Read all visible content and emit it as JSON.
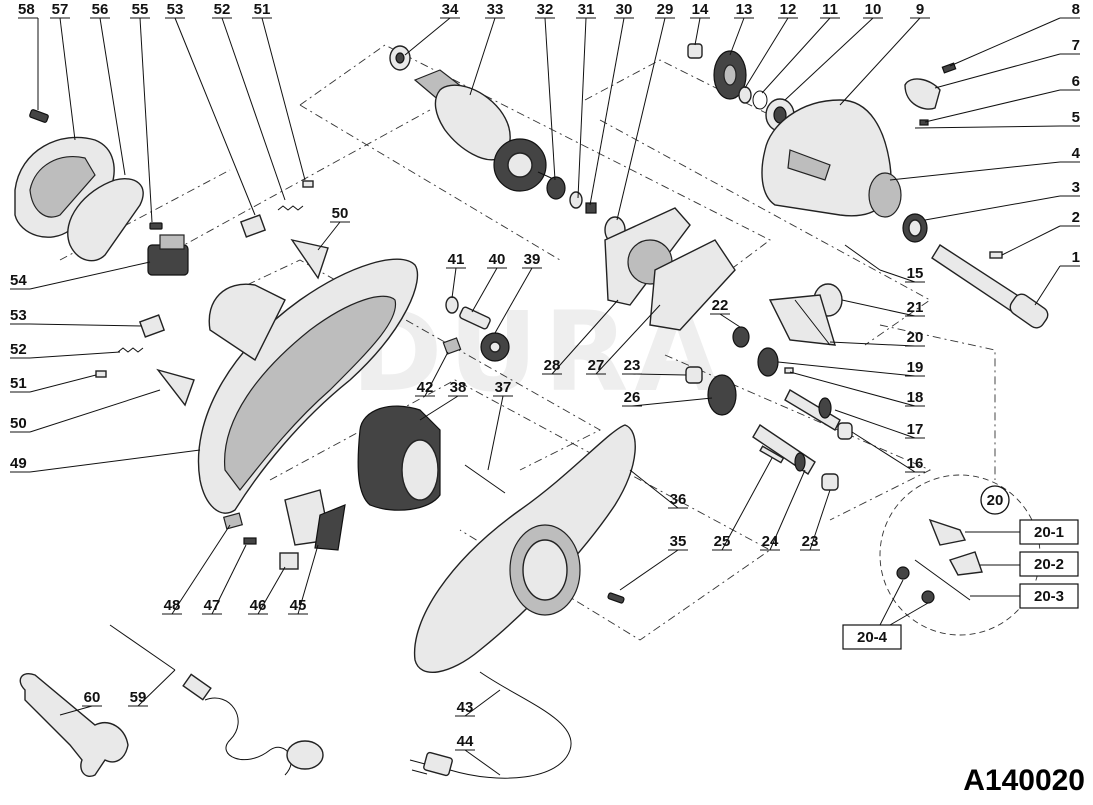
{
  "drawing_code": "A140020",
  "watermark": "EDURA",
  "callouts": [
    {
      "id": "58",
      "text": "58"
    },
    {
      "id": "57",
      "text": "57"
    },
    {
      "id": "56",
      "text": "56"
    },
    {
      "id": "55",
      "text": "55"
    },
    {
      "id": "53a",
      "text": "53"
    },
    {
      "id": "52a",
      "text": "52"
    },
    {
      "id": "51a",
      "text": "51"
    },
    {
      "id": "34",
      "text": "34"
    },
    {
      "id": "33",
      "text": "33"
    },
    {
      "id": "32",
      "text": "32"
    },
    {
      "id": "31",
      "text": "31"
    },
    {
      "id": "30",
      "text": "30"
    },
    {
      "id": "29",
      "text": "29"
    },
    {
      "id": "14",
      "text": "14"
    },
    {
      "id": "13",
      "text": "13"
    },
    {
      "id": "12",
      "text": "12"
    },
    {
      "id": "11",
      "text": "11"
    },
    {
      "id": "10",
      "text": "10"
    },
    {
      "id": "9",
      "text": "9"
    },
    {
      "id": "8",
      "text": "8"
    },
    {
      "id": "7",
      "text": "7"
    },
    {
      "id": "6",
      "text": "6"
    },
    {
      "id": "5",
      "text": "5"
    },
    {
      "id": "4",
      "text": "4"
    },
    {
      "id": "3",
      "text": "3"
    },
    {
      "id": "2",
      "text": "2"
    },
    {
      "id": "1",
      "text": "1"
    },
    {
      "id": "15",
      "text": "15"
    },
    {
      "id": "21",
      "text": "21"
    },
    {
      "id": "20",
      "text": "20"
    },
    {
      "id": "19",
      "text": "19"
    },
    {
      "id": "18",
      "text": "18"
    },
    {
      "id": "17",
      "text": "17"
    },
    {
      "id": "16",
      "text": "16"
    },
    {
      "id": "50a",
      "text": "50"
    },
    {
      "id": "41",
      "text": "41"
    },
    {
      "id": "40",
      "text": "40"
    },
    {
      "id": "39",
      "text": "39"
    },
    {
      "id": "22",
      "text": "22"
    },
    {
      "id": "54",
      "text": "54"
    },
    {
      "id": "53b",
      "text": "53"
    },
    {
      "id": "52b",
      "text": "52"
    },
    {
      "id": "51b",
      "text": "51"
    },
    {
      "id": "50b",
      "text": "50"
    },
    {
      "id": "49",
      "text": "49"
    },
    {
      "id": "42",
      "text": "42"
    },
    {
      "id": "38",
      "text": "38"
    },
    {
      "id": "37",
      "text": "37"
    },
    {
      "id": "28",
      "text": "28"
    },
    {
      "id": "27",
      "text": "27"
    },
    {
      "id": "23a",
      "text": "23"
    },
    {
      "id": "26",
      "text": "26"
    },
    {
      "id": "36",
      "text": "36"
    },
    {
      "id": "35",
      "text": "35"
    },
    {
      "id": "25",
      "text": "25"
    },
    {
      "id": "24",
      "text": "24"
    },
    {
      "id": "23b",
      "text": "23"
    },
    {
      "id": "48",
      "text": "48"
    },
    {
      "id": "47",
      "text": "47"
    },
    {
      "id": "46",
      "text": "46"
    },
    {
      "id": "45",
      "text": "45"
    },
    {
      "id": "60",
      "text": "60"
    },
    {
      "id": "59",
      "text": "59"
    },
    {
      "id": "43",
      "text": "43"
    },
    {
      "id": "44",
      "text": "44"
    }
  ],
  "circle_callout": "20",
  "sub_callouts": [
    "20-1",
    "20-2",
    "20-3",
    "20-4"
  ]
}
